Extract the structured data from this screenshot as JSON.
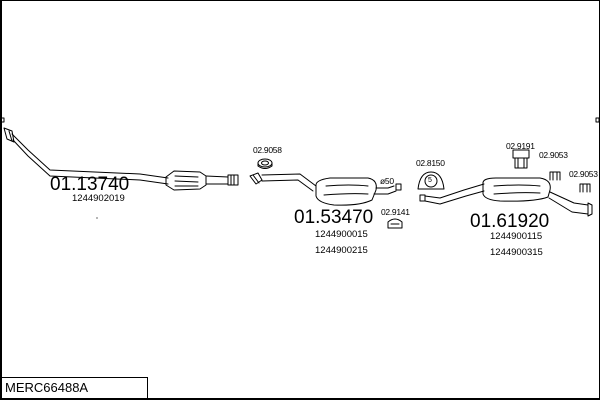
{
  "diagram_code": "MERC66488A",
  "assemblies": [
    {
      "number": "01.13740",
      "refs": [
        "1244902019"
      ]
    },
    {
      "number": "01.53470",
      "refs": [
        "1244900015",
        "1244900215"
      ]
    },
    {
      "number": "01.61920",
      "refs": [
        "1244900115",
        "1244900315"
      ]
    }
  ],
  "parts": [
    "02.9058",
    "02.8150",
    "02.9191",
    "02.9053",
    "02.9053",
    "02.9141"
  ],
  "pipe_size_label": "ø50",
  "ring_label": "5"
}
